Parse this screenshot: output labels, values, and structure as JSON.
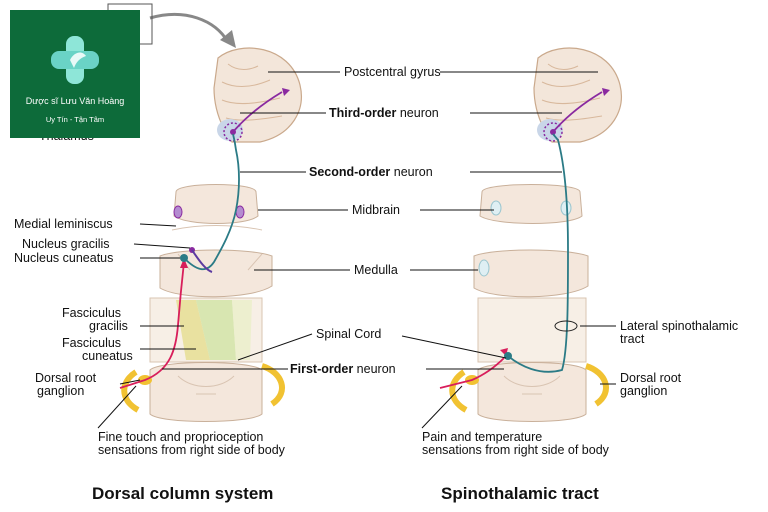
{
  "labels": {
    "postcentral_gyrus": "Postcentral gyrus",
    "third_order_bold": "Third-order",
    "third_order_rest": " neuron",
    "second_order_bold": "Second-order",
    "second_order_rest": " neuron",
    "thalamus": "Thalamus",
    "midbrain": "Midbrain",
    "medulla": "Medulla",
    "medial_lemniscus": "Medial leminiscus",
    "nucleus_gracilis": "Nucleus gracilis",
    "nucleus_cuneatus": "Nucleus cuneatus",
    "fasciculus_gracilis_1": "Fasciculus",
    "fasciculus_gracilis_2": "gracilis",
    "fasciculus_cuneatus_1": "Fasciculus",
    "fasciculus_cuneatus_2": "cuneatus",
    "spinal_cord": "Spinal Cord",
    "first_order_bold": "First-order",
    "first_order_rest": " neuron",
    "drg_left_1": "Dorsal root",
    "drg_left_2": "ganglion",
    "drg_right_1": "Dorsal root",
    "drg_right_2": "ganglion",
    "lateral_st_1": "Lateral spinothalamic",
    "lateral_st_2": "tract",
    "fine_touch_1": "Fine touch and proprioception",
    "fine_touch_2": "sensations from right side of body",
    "pain_temp_1": "Pain and temperature",
    "pain_temp_2": "sensations from right side of body"
  },
  "titles": {
    "left": "Dorsal column system",
    "right": "Spinothalamic tract"
  },
  "logo": {
    "name": "Dược sĩ Lưu Văn Hoàng",
    "tagline": "Uy Tín - Tận Tâm",
    "color": "#0d6b3a"
  },
  "colors": {
    "tissue": "#f4e7dc",
    "tissue_edge": "#c9b09a",
    "first_order": "#d81e5b",
    "second_order": "#2b7b86",
    "third_order": "#8a2aa0",
    "ganglion": "#f1c232"
  }
}
